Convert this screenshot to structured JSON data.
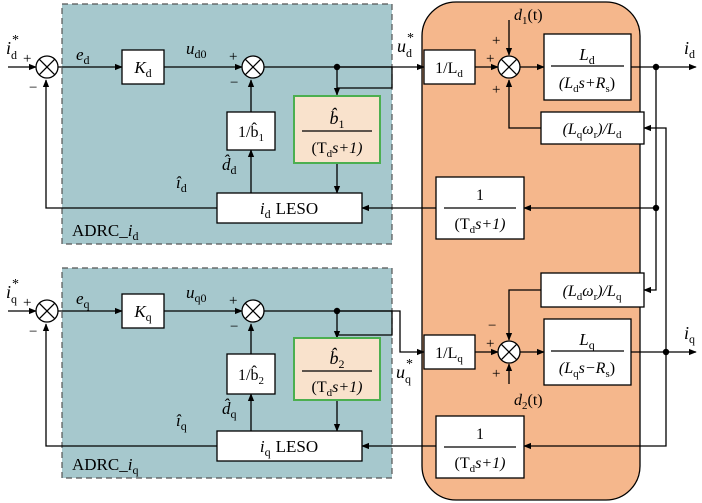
{
  "colors": {
    "adrc_fill": "#a6c8cd",
    "plant_fill": "#f5b78c",
    "b_block_fill": "#f9e2cc",
    "b_block_border": "#4caf50",
    "line": "#000000"
  },
  "labels": {
    "adrc_d": "ADRC_",
    "adrc_d_sub": "i",
    "adrc_d_sub2": "d",
    "adrc_q": "ADRC_",
    "adrc_q_sub": "i",
    "adrc_q_sub2": "q",
    "leso": "LESO",
    "one": "1",
    "plus": "+",
    "minus": "−"
  },
  "d_axis": {
    "ref": "i",
    "ref_sub": "d",
    "ref_sup": "*",
    "error": "e",
    "error_sub": "d",
    "gain": "K",
    "gain_sub": "d",
    "u0": "u",
    "u0_sub": "d0",
    "u": "u",
    "u_sub": "d",
    "u_sup": "*",
    "inv_b": "1/b̂",
    "inv_b_sub": "1",
    "b_num": "b̂",
    "b_num_sub": "1",
    "dist_est": "d̂",
    "dist_est_sub": "d",
    "est_i": "î",
    "est_i_sub": "d",
    "leso_in": "i",
    "leso_in_sub": "d",
    "inv_L": "1/L",
    "inv_L_sub": "d",
    "plant_num": "L",
    "plant_num_sub": "d",
    "plant_den": "(L",
    "plant_den_sub": "d",
    "plant_den_s": "s+R",
    "plant_den_s_sub": "s",
    "plant_den_close": ")",
    "coupling_open": "(L",
    "coupling_sub1": "q",
    "coupling_omega": "ω",
    "coupling_sub2": "r",
    "coupling_mid": ")/L",
    "coupling_sub3": "d",
    "disturbance": "d",
    "disturbance_sub": "1",
    "disturbance_arg": "(t)",
    "out": "i",
    "out_sub": "d"
  },
  "q_axis": {
    "ref": "i",
    "ref_sub": "q",
    "ref_sup": "*",
    "error": "e",
    "error_sub": "q",
    "gain": "K",
    "gain_sub": "q",
    "u0": "u",
    "u0_sub": "q0",
    "u": "u",
    "u_sub": "q",
    "u_sup": "*",
    "inv_b": "1/b̂",
    "inv_b_sub": "2",
    "b_num": "b̂",
    "b_num_sub": "2",
    "dist_est": "d̂",
    "dist_est_sub": "q",
    "est_i": "î",
    "est_i_sub": "q",
    "leso_in": "i",
    "leso_in_sub": "q",
    "inv_L": "1/L",
    "inv_L_sub": "q",
    "plant_num": "L",
    "plant_num_sub": "q",
    "plant_den": "(L",
    "plant_den_sub": "q",
    "plant_den_s": "s−R",
    "plant_den_s_sub": "s",
    "plant_den_close": ")",
    "coupling_open": "(L",
    "coupling_sub1": "d",
    "coupling_omega": "ω",
    "coupling_sub2": "r",
    "coupling_mid": ")/L",
    "coupling_sub3": "q",
    "disturbance": "d",
    "disturbance_sub": "2",
    "disturbance_arg": "(t)",
    "out": "i",
    "out_sub": "q"
  },
  "filter": {
    "open": "(T",
    "sub": "d",
    "rest": "s+1)"
  }
}
